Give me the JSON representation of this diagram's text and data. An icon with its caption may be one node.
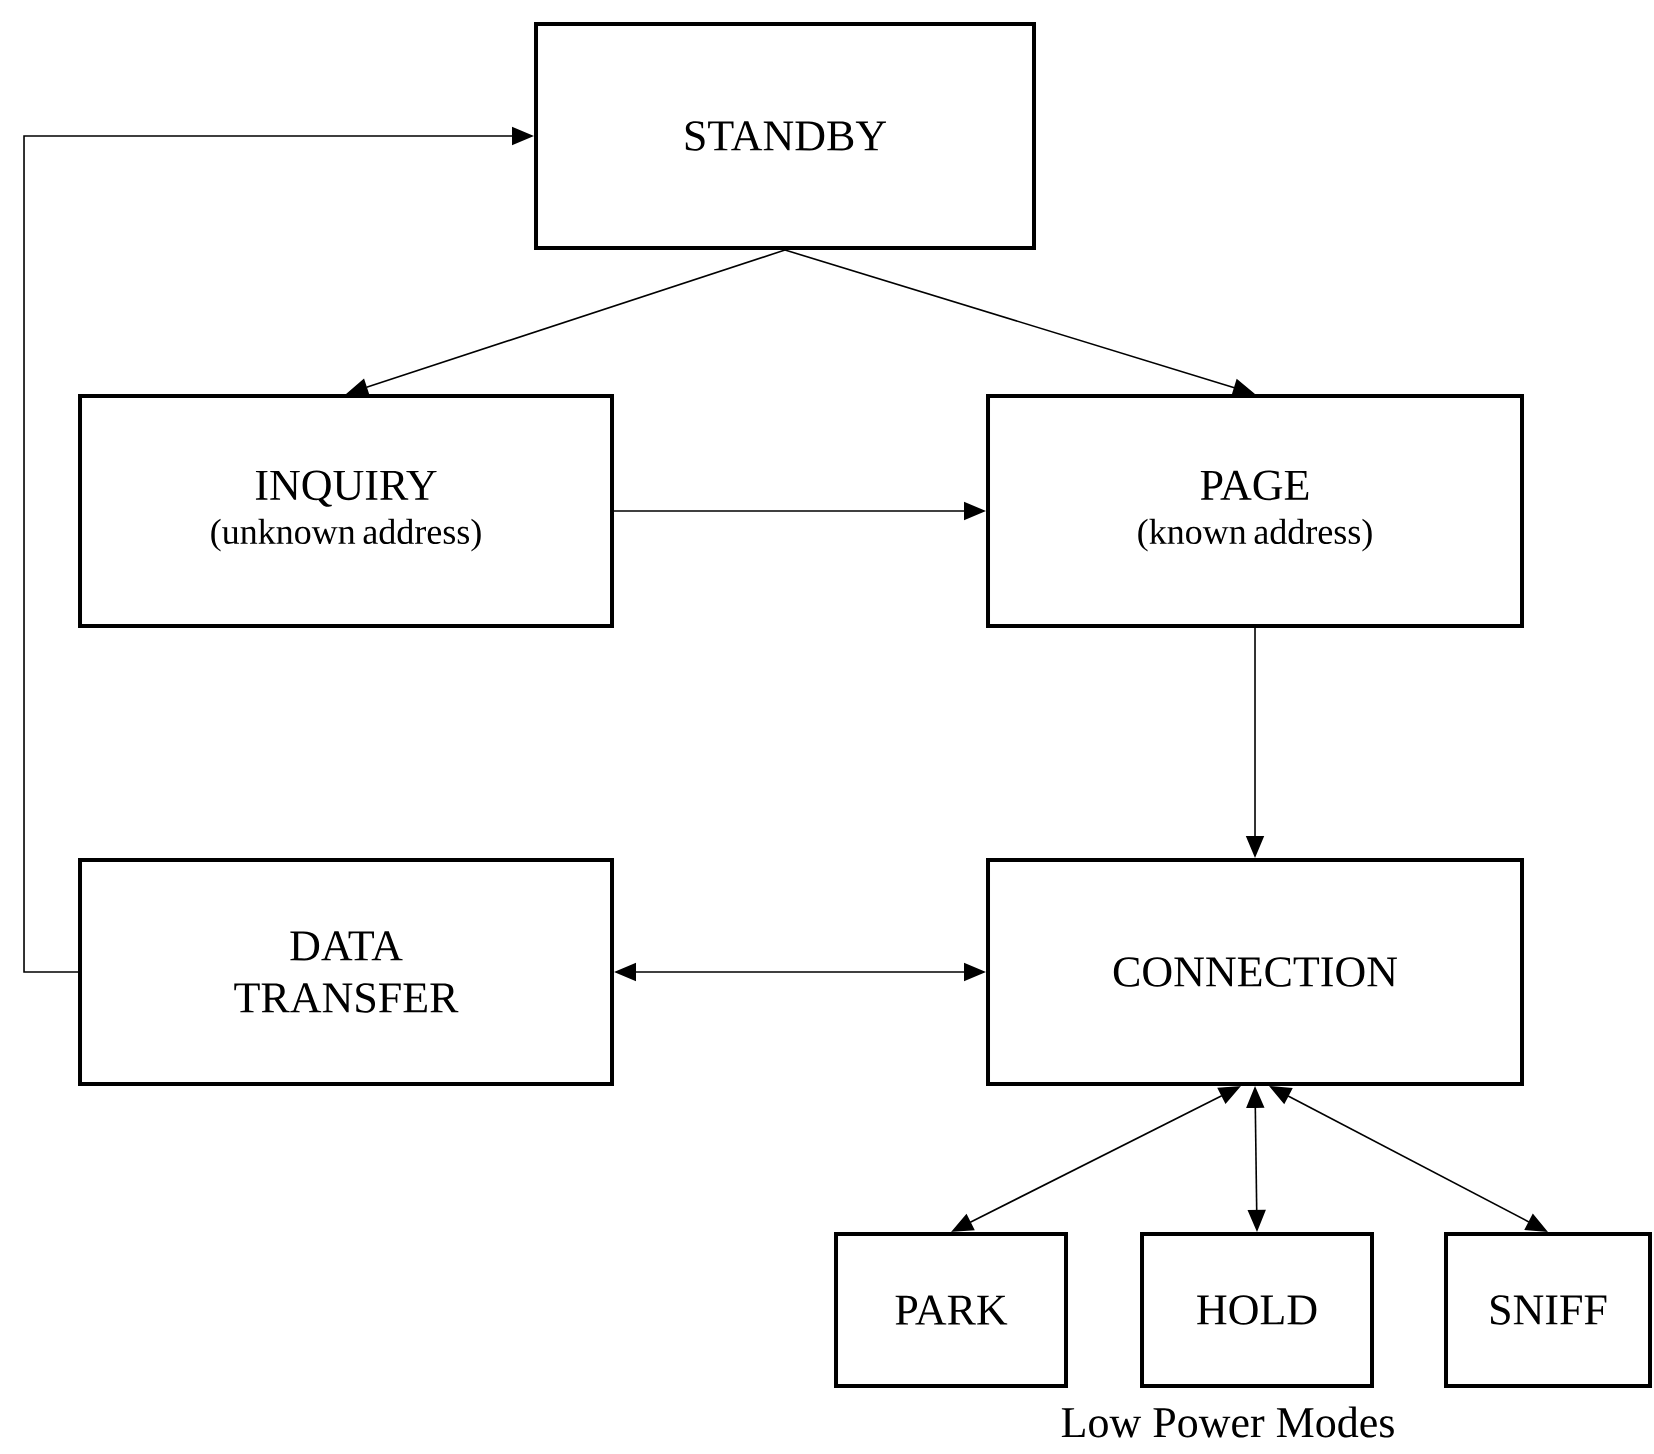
{
  "diagram": {
    "nodes": [
      {
        "text": [
          "STANDBY"
        ]
      },
      {
        "text": [
          "INQUIRY",
          "(unknown address)"
        ]
      },
      {
        "text": [
          "PAGE",
          "(known address)"
        ]
      },
      {
        "text": [
          "DATA TRANSFER"
        ]
      },
      {
        "text": [
          "CONNECTION"
        ]
      },
      {
        "text": [
          "PARK"
        ]
      },
      {
        "text": [
          "HOLD"
        ]
      },
      {
        "text": [
          "SNIFF"
        ]
      }
    ],
    "edges": [
      {
        "from": 0,
        "to": 1,
        "arrow": "to"
      },
      {
        "from": 0,
        "to": 2,
        "arrow": "to"
      },
      {
        "from": 1,
        "to": 2,
        "arrow": "to"
      },
      {
        "from": 2,
        "to": 4,
        "arrow": "to"
      },
      {
        "from": 3,
        "to": 4,
        "arrow": "both"
      },
      {
        "from": 3,
        "to": 0,
        "arrow": "to"
      },
      {
        "from": 4,
        "to": 5,
        "arrow": "both"
      },
      {
        "from": 4,
        "to": 6,
        "arrow": "both"
      },
      {
        "from": 4,
        "to": 7,
        "arrow": "both"
      }
    ],
    "labels": [
      "Low Power Modes"
    ]
  }
}
